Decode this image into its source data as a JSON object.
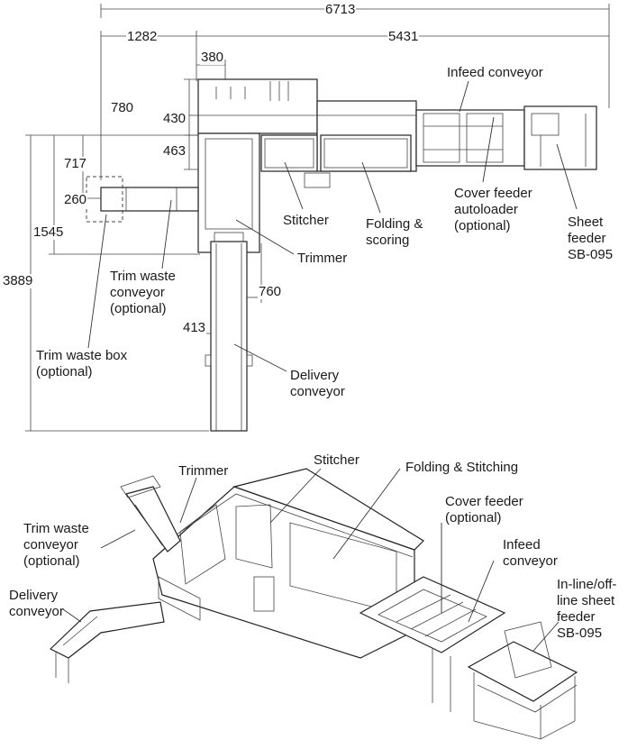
{
  "plan_view": {
    "dimensions": {
      "overall_width": "6713",
      "left_width": "1282",
      "right_width": "5431",
      "trimmer_width": "380",
      "top_depth": "780",
      "top_depth_430": "430",
      "depth_463": "463",
      "depth_717": "717",
      "depth_260": "260",
      "depth_1545": "1545",
      "overall_depth": "3889",
      "delivery_offset": "760",
      "delivery_width": "413"
    },
    "labels": {
      "infeed_conveyor": "Infeed conveyor",
      "stitcher": "Stitcher",
      "folding_scoring": "Folding &\nscoring",
      "cover_feeder_autoloader": "Cover feeder\nautoloader\n(optional)",
      "sheet_feeder": "Sheet\nfeeder\nSB-095",
      "trimmer": "Trimmer",
      "trim_waste_conveyor": "Trim waste\nconveyor\n(optional)",
      "trim_waste_box": "Trim waste box\n(optional)",
      "delivery_conveyor": "Delivery\nconveyor"
    }
  },
  "perspective_view": {
    "labels": {
      "trimmer": "Trimmer",
      "stitcher": "Stitcher",
      "folding_stitching": "Folding & Stitching",
      "cover_feeder": "Cover feeder\n(optional)",
      "infeed_conveyor": "Infeed\nconveyor",
      "trim_waste_conveyor": "Trim waste\nconveyor\n(optional)",
      "delivery_conveyor": "Delivery\nconveyor",
      "sheet_feeder": "In-line/off-\nline sheet\nfeeder\nSB-095"
    }
  }
}
